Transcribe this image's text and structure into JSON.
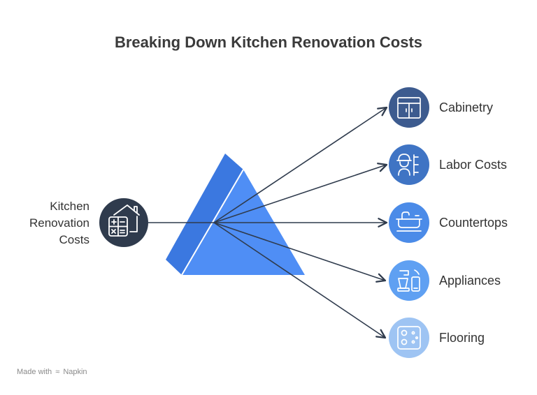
{
  "title": "Breaking Down Kitchen Renovation Costs",
  "source": {
    "label_lines": [
      "Kitchen",
      "Renovation",
      "Costs"
    ],
    "icon": "house-calculator-icon"
  },
  "items": [
    {
      "label": "Cabinetry",
      "icon": "cabinet-icon",
      "color": "#3d5b8f"
    },
    {
      "label": "Labor Costs",
      "icon": "worker-icon",
      "color": "#3f74c4"
    },
    {
      "label": "Countertops",
      "icon": "sink-counter-icon",
      "color": "#4b8be8"
    },
    {
      "label": "Appliances",
      "icon": "mixer-appliance-icon",
      "color": "#5fa0f2"
    },
    {
      "label": "Flooring",
      "icon": "stovetop-tiles-icon",
      "color": "#9ec4f3"
    }
  ],
  "colors": {
    "prism_front": "#4f8ef5",
    "prism_side": "#3b78e0",
    "source_circle": "#2f3b4d",
    "lines": "#2f3b4d"
  },
  "footer": {
    "prefix": "Made with",
    "brand": "Napkin"
  }
}
